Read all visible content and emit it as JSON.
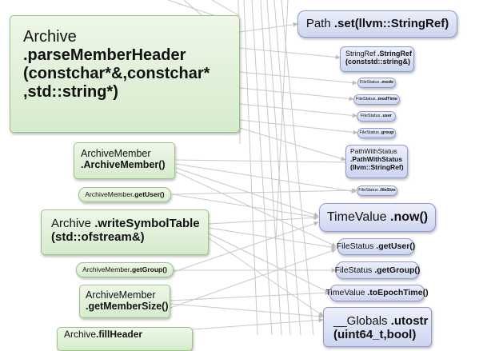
{
  "colors": {
    "caller_fill": "#dcefd3",
    "caller_border": "#9cc38a",
    "callee_fill": "#d2daf2",
    "callee_border": "#8e9bcc",
    "edge": "#c8c8c8"
  },
  "callers": {
    "parse_member_header": {
      "cls": "Archive",
      "method": ".parseMemberHeader",
      "args1": "(constchar*&,constchar*",
      "args2": ",std::string*)"
    },
    "archive_member_ctor": {
      "cls": "ArchiveMember",
      "method": ".ArchiveMember()"
    },
    "get_user": {
      "cls": "ArchiveMember",
      "method": ".getUser()"
    },
    "write_symbol_table": {
      "cls": "Archive",
      "method": ".writeSymbolTable",
      "args": "(std::ofstream&)"
    },
    "get_group": {
      "cls": "ArchiveMember",
      "method": ".getGroup()"
    },
    "get_member_size": {
      "cls": "ArchiveMember",
      "method": ".getMemberSize()"
    },
    "fill_header": {
      "cls": "Archive",
      "method": ".fillHeader"
    }
  },
  "callees": {
    "path_set": {
      "cls": "Path",
      "method": ".set(llvm::StringRef)"
    },
    "stringref_ctor": {
      "cls": "StringRef",
      "method": ".StringRef",
      "args": "(conststd::string&)"
    },
    "fs_mode": {
      "cls": "FileStatus",
      "method": ".mode"
    },
    "fs_modtime": {
      "cls": "FileStatus",
      "method": ".modTime"
    },
    "fs_user": {
      "cls": "FileStatus",
      "method": ".user"
    },
    "fs_group": {
      "cls": "FileStatus",
      "method": ".group"
    },
    "pathwithstatus": {
      "cls": "PathWithStatus",
      "method": ".PathWithStatus",
      "args": "(llvm::StringRef)"
    },
    "fs_filesize": {
      "cls": "FileStatus",
      "method": ".fileSize"
    },
    "timevalue_now": {
      "cls": "TimeValue",
      "method": ".now()"
    },
    "fs_getuser": {
      "cls": "FileStatus",
      "method": ".getUser()"
    },
    "fs_getgroup": {
      "cls": "FileStatus",
      "method": ".getGroup()"
    },
    "tv_toepochtime": {
      "cls": "TimeValue",
      "method": ".toEpochTime()"
    },
    "globals_utostr": {
      "cls": "__Globals",
      "method": ".utostr",
      "args": "(uint64_t,bool)"
    }
  }
}
